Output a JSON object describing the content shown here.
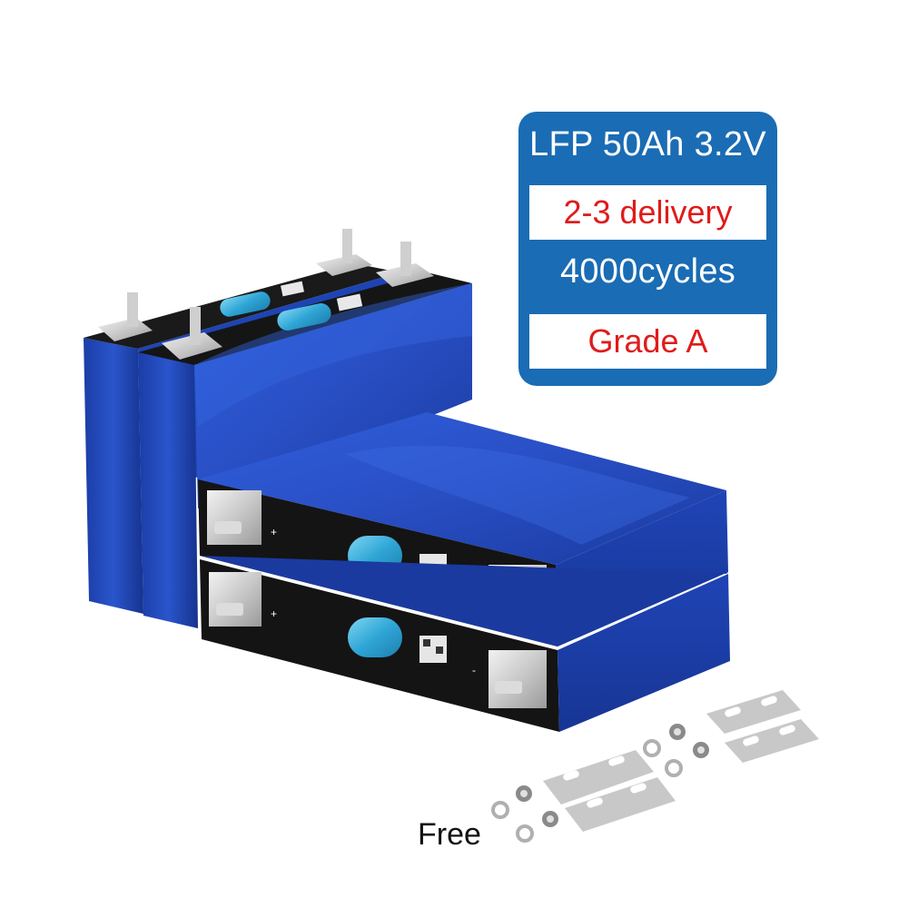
{
  "badge": {
    "chemistry_capacity_voltage": "LFP 50Ah 3.2V",
    "delivery": "2-3 delivery",
    "cycles": "4000cycles",
    "grade": "Grade A",
    "background_color": "#1a6cb4",
    "highlight_text_color": "#e01b1b"
  },
  "accessories": {
    "label": "Free"
  },
  "cells": {
    "body_color": "#1f45b8",
    "terminal_face_color": "#141414",
    "vent_color": "#2fa6d6",
    "positive_mark": "+",
    "negative_mark": "-"
  }
}
